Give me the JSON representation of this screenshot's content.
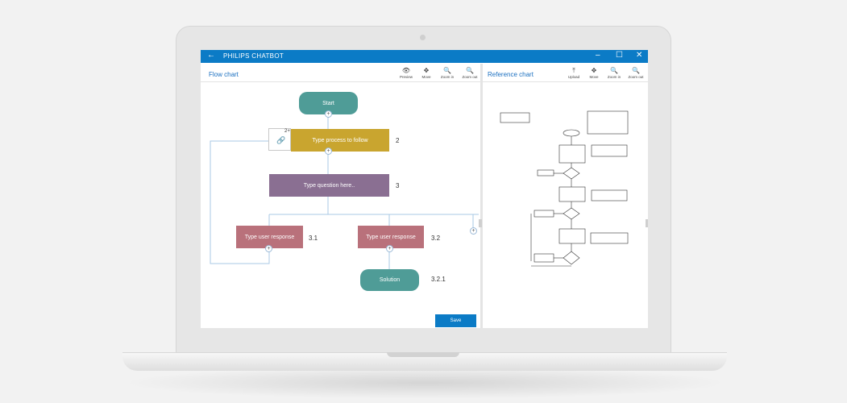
{
  "window": {
    "title": "PHILIPS CHATBOT",
    "back_icon": "←",
    "minimize": "–",
    "maximize": "☐",
    "close": "✕"
  },
  "flow_panel": {
    "title": "Flow chart",
    "tools": [
      {
        "icon": "eye-icon",
        "glyph": "👁",
        "label": "Preview"
      },
      {
        "icon": "move-icon",
        "glyph": "✥",
        "label": "Move"
      },
      {
        "icon": "zoom-in-icon",
        "glyph": "🔍",
        "label": "Zoom in"
      },
      {
        "icon": "zoom-out-icon",
        "glyph": "🔍",
        "label": "Zoom out"
      }
    ],
    "nodes": {
      "start": "Start",
      "process": "Type process to follow",
      "question": "Type question here..",
      "response_1": "Type user response",
      "response_2": "Type user response",
      "solution": "Solution"
    },
    "numbers": {
      "process": "2",
      "question": "3",
      "response_1": "3.1",
      "response_2": "3.2",
      "solution": "3.2.1"
    },
    "attachment_count": "2+",
    "plus": "+",
    "save_label": "Save",
    "colors": {
      "start": "#4f9c97",
      "process": "#c9a52f",
      "question": "#8a6f92",
      "response": "#b9717b",
      "solution": "#4f9c97",
      "connector": "#a9c9e4",
      "accent": "#0b7bc6"
    }
  },
  "reference_panel": {
    "title": "Reference chart",
    "tools": [
      {
        "icon": "upload-icon",
        "glyph": "⤒",
        "label": "Upload"
      },
      {
        "icon": "move-icon",
        "glyph": "✥",
        "label": "Move"
      },
      {
        "icon": "zoom-in-icon",
        "glyph": "🔍",
        "label": "Zoom in"
      },
      {
        "icon": "zoom-out-icon",
        "glyph": "🔍",
        "label": "Zoom out"
      }
    ]
  }
}
